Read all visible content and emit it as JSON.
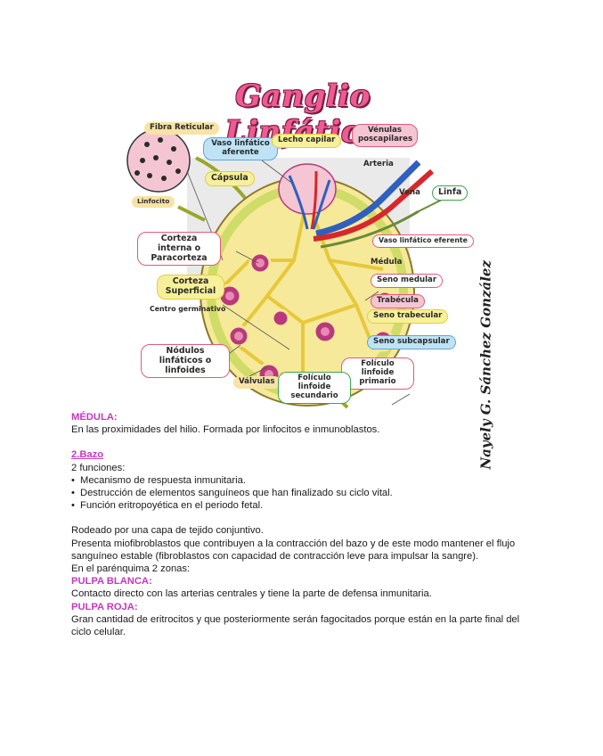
{
  "figure": {
    "title": "Ganglio Linfático",
    "signature": "Nayely G. Sánchez González",
    "labels": {
      "fibra_reticular": "Fibra Reticular",
      "vaso_aferente": "Vaso linfático aferente",
      "lecho_capilar": "Lecho capilar",
      "venulas": "Vénulas poscapilares",
      "arteria": "Arteria",
      "capsula": "Cápsula",
      "vena": "Vena",
      "linfa": "Linfa",
      "linfocito": "Linfocito",
      "corteza_interna": "Corteza interna o Paracorteza",
      "vaso_eferente": "Vaso linfático eferente",
      "medula": "Médula",
      "corteza_superficial": "Corteza Superficial",
      "seno_medular": "Seno medular",
      "trabecula": "Trabécula",
      "centro_germinativo": "Centro germinativo",
      "seno_trabecular": "Seno trabecular",
      "seno_subcapsular": "Seno subcapsular",
      "nodulos": "Nódulos linfáticos o linfoides",
      "foliculo_primario": "Folículo linfoide primario",
      "valvulas": "Válvulas",
      "foliculo_secundario": "Folículo linfoide secundario"
    },
    "colors": {
      "title": "#f05a92",
      "heading": "#c438c0",
      "node_fill": "#f6e99a",
      "cortex": "#c6d85a",
      "artery": "#d8262b",
      "vein": "#2f5fbf"
    }
  },
  "content": {
    "medula_heading": "MÉDULA:",
    "medula_text": "En las proximidades del hilio. Formada por linfocitos e inmunoblastos.",
    "bazo_heading": "2.Bazo",
    "funciones_intro": "2 funciones:",
    "funciones": [
      "Mecanismo de respuesta inmunitaria.",
      "Destrucción de elementos sanguíneos que han finalizado su ciclo vital.",
      "Función eritropoyética en el periodo fetal."
    ],
    "rodeado": "Rodeado por una capa de tejido conjuntivo.",
    "miofibroblastos": "Presenta miofibroblastos que contribuyen a la contracción del bazo y de este modo mantener el flujo sanguíneo estable (fibroblastos con capacidad de contracción leve para impulsar la sangre).",
    "parenquima": "En el parénquima 2 zonas:",
    "pulpa_blanca_heading": "PULPA BLANCA:",
    "pulpa_blanca_text": "Contacto directo con las arterias centrales y tiene la parte de defensa inmunitaria.",
    "pulpa_roja_heading": "PULPA ROJA:",
    "pulpa_roja_text": "Gran cantidad de eritrocitos y que posteriormente serán fagocitados porque están en la parte final del ciclo celular."
  }
}
